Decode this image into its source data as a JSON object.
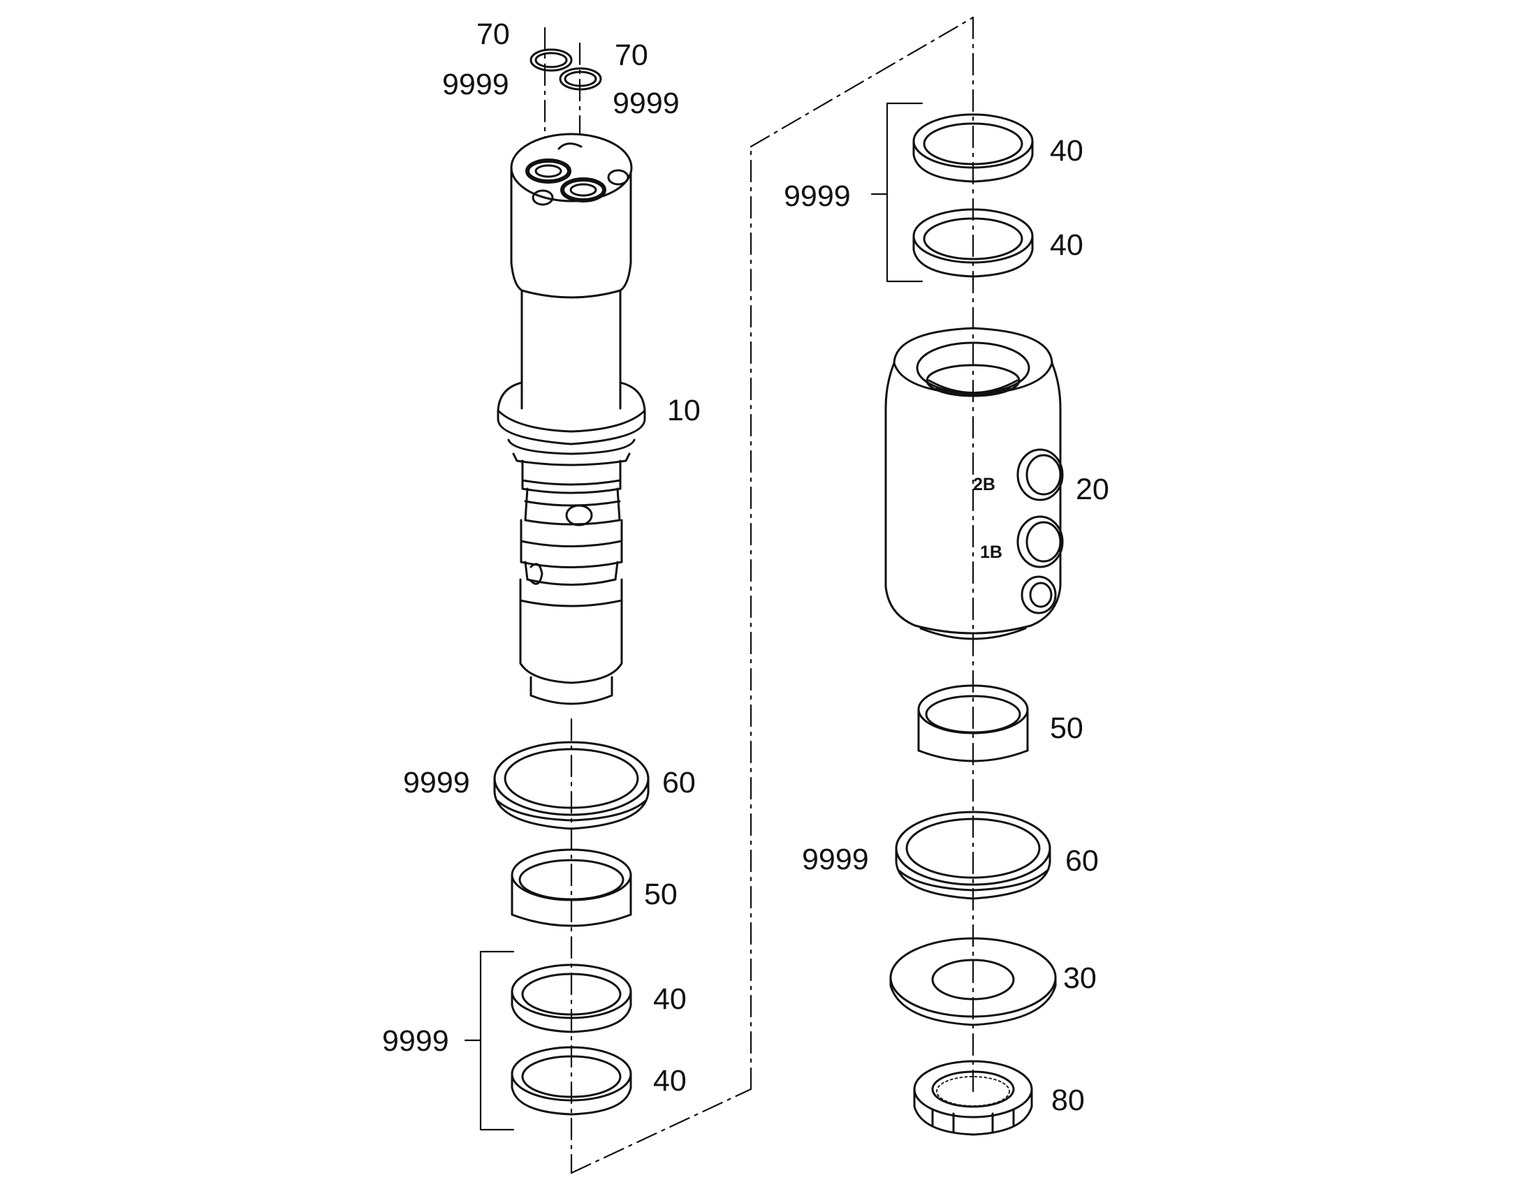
{
  "drawing": {
    "line_color": "#111111",
    "background": "#ffffff"
  },
  "callouts": {
    "oring_left": "70",
    "oring_left_kit": "9999",
    "oring_right": "70",
    "oring_right_kit": "9999",
    "spool": "10",
    "housing": "20",
    "housing_port_2b": "2B",
    "housing_port_1b": "1B",
    "left_seal_60": "60",
    "left_seal_60_kit": "9999",
    "left_bushing_50": "50",
    "left_ring_40_upper": "40",
    "left_ring_40_lower": "40",
    "left_ring_kit": "9999",
    "right_ring_40_upper": "40",
    "right_ring_40_lower": "40",
    "right_ring_kit": "9999",
    "right_bushing_50": "50",
    "right_seal_60": "60",
    "right_seal_60_kit": "9999",
    "washer": "30",
    "lock_nut": "80"
  },
  "icons": [
    "o-ring",
    "spool",
    "housing",
    "seal-ring",
    "bushing",
    "washer",
    "lock-nut"
  ]
}
